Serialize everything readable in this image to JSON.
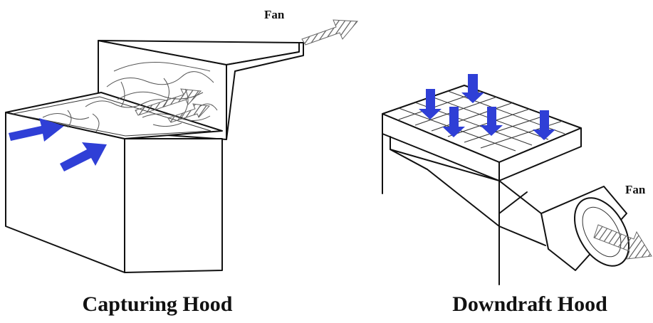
{
  "diagrams": [
    {
      "title": "Capturing Hood",
      "fan_label": "Fan"
    },
    {
      "title": "Downdraft Hood",
      "fan_label": "Fan"
    }
  ],
  "colors": {
    "air_inflow_arrow": "#2f3fd6",
    "exhaust_arrow": "#8a8a8a",
    "outline": "#111111"
  },
  "icons": {
    "inflow": "blue-arrow-icon",
    "exhaust": "gray-arrow-icon"
  }
}
